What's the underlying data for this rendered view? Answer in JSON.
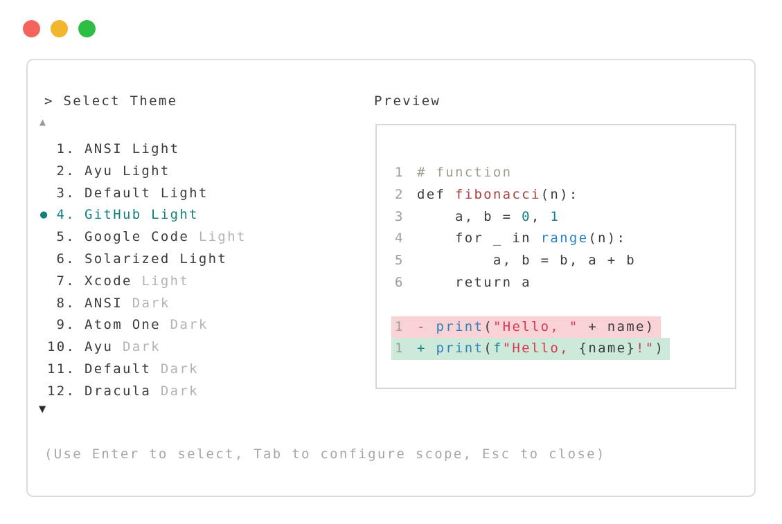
{
  "window": {
    "controls": [
      {
        "name": "close-button",
        "color": "#f4635c"
      },
      {
        "name": "minimize-button",
        "color": "#f1b52e"
      },
      {
        "name": "maximize-button",
        "color": "#2ebe44"
      }
    ]
  },
  "selector": {
    "title": "> Select Theme",
    "scroll_up_indicator": "▲",
    "scroll_down_indicator": "▼",
    "selected_marker": "●",
    "items": [
      {
        "num": "1.",
        "name": "ANSI",
        "variant": "Light",
        "variant_dim": false,
        "selected": false
      },
      {
        "num": "2.",
        "name": "Ayu",
        "variant": "Light",
        "variant_dim": false,
        "selected": false
      },
      {
        "num": "3.",
        "name": "Default",
        "variant": "Light",
        "variant_dim": false,
        "selected": false
      },
      {
        "num": "4.",
        "name": "GitHub",
        "variant": "Light",
        "variant_dim": false,
        "selected": true
      },
      {
        "num": "5.",
        "name": "Google Code",
        "variant": "Light",
        "variant_dim": true,
        "selected": false
      },
      {
        "num": "6.",
        "name": "Solarized",
        "variant": "Light",
        "variant_dim": false,
        "selected": false
      },
      {
        "num": "7.",
        "name": "Xcode",
        "variant": "Light",
        "variant_dim": true,
        "selected": false
      },
      {
        "num": "8.",
        "name": "ANSI",
        "variant": "Dark",
        "variant_dim": true,
        "selected": false
      },
      {
        "num": "9.",
        "name": "Atom One",
        "variant": "Dark",
        "variant_dim": true,
        "selected": false
      },
      {
        "num": "10.",
        "name": "Ayu",
        "variant": "Dark",
        "variant_dim": true,
        "selected": false
      },
      {
        "num": "11.",
        "name": "Default",
        "variant": "Dark",
        "variant_dim": true,
        "selected": false
      },
      {
        "num": "12.",
        "name": "Dracula",
        "variant": "Dark",
        "variant_dim": true,
        "selected": false
      }
    ],
    "footer_hint": "(Use Enter to select, Tab to configure scope, Esc to close)"
  },
  "preview": {
    "title": "Preview",
    "code_lines": [
      {
        "num": "1",
        "tokens": [
          [
            "# function",
            "comment"
          ]
        ]
      },
      {
        "num": "2",
        "tokens": [
          [
            "def ",
            "dark"
          ],
          [
            "fibonacci",
            "brick"
          ],
          [
            "(n):",
            "dark"
          ]
        ]
      },
      {
        "num": "3",
        "tokens": [
          [
            "    a, b = ",
            "dark"
          ],
          [
            "0",
            "teal"
          ],
          [
            ", ",
            "dark"
          ],
          [
            "1",
            "teal"
          ]
        ]
      },
      {
        "num": "4",
        "tokens": [
          [
            "    for _ in ",
            "dark"
          ],
          [
            "range",
            "blue"
          ],
          [
            "(n):",
            "dark"
          ]
        ]
      },
      {
        "num": "5",
        "tokens": [
          [
            "        a, b = b, a + b",
            "dark"
          ]
        ]
      },
      {
        "num": "6",
        "tokens": [
          [
            "    return a",
            "dark"
          ]
        ]
      }
    ],
    "diff_lines": [
      {
        "num": "1",
        "kind": "del",
        "tokens": [
          [
            "- ",
            "crimson"
          ],
          [
            "print",
            "blue"
          ],
          [
            "(",
            "dark"
          ],
          [
            "\"Hello, \"",
            "crimson"
          ],
          [
            " + name)",
            "dark"
          ]
        ]
      },
      {
        "num": "1",
        "kind": "add",
        "tokens": [
          [
            "+ ",
            "teal"
          ],
          [
            "print",
            "blue"
          ],
          [
            "(",
            "dark"
          ],
          [
            "f",
            "teal"
          ],
          [
            "\"Hello, ",
            "crimson"
          ],
          [
            "{name}",
            "dark"
          ],
          [
            "!\"",
            "crimson"
          ],
          [
            ")",
            "dark"
          ]
        ]
      }
    ]
  },
  "colors": {
    "dark": "#383c3e",
    "dim": "#b3b3b3",
    "teal_selected": "#127f7b",
    "comment": "#9b9e8e",
    "brick": "#a5413d",
    "teal": "#14808a",
    "blue": "#2f81bd",
    "crimson": "#da3654",
    "linenum": "#9c9c9c",
    "footer_gray": "#a6a6a6",
    "del_bg": "#f9d2d6",
    "add_bg": "#cde9d9"
  }
}
